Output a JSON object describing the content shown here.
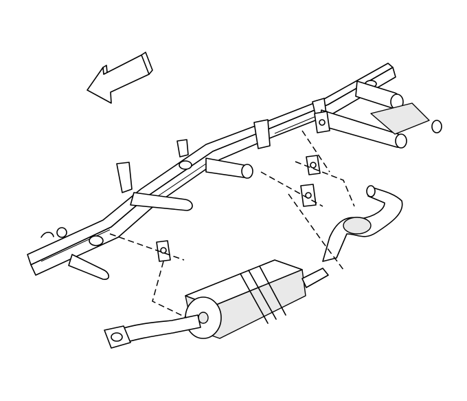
{
  "diagram": {
    "components": [
      {
        "id": "direction-arrow",
        "icon": "forward-arrow-icon"
      },
      {
        "id": "vehicle-frame"
      },
      {
        "id": "crossmember-front"
      },
      {
        "id": "crossmember-middle"
      },
      {
        "id": "crossmember-rear"
      },
      {
        "id": "muffler"
      },
      {
        "id": "tailpipe"
      },
      {
        "id": "exhaust-inlet-pipe"
      },
      {
        "id": "rubber-hanger-front"
      },
      {
        "id": "rubber-hanger-middle"
      },
      {
        "id": "rubber-hanger-rear-upper"
      },
      {
        "id": "rubber-hanger-rear-lower"
      }
    ],
    "colors": {
      "line": "#000000",
      "background": "#ffffff",
      "shade": "#e9e9e9"
    }
  }
}
